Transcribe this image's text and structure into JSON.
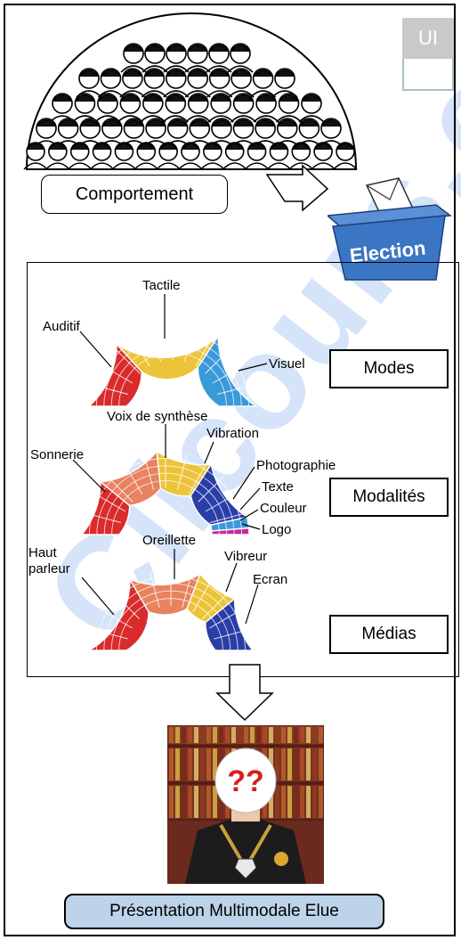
{
  "corner_badge": "UI",
  "behavior_label": "Comportement",
  "ballot_box_label": "Election",
  "levels": {
    "modes": "Modes",
    "modalites": "Modalités",
    "medias": "Médias"
  },
  "modes_items": {
    "tactile": "Tactile",
    "auditif": "Auditif",
    "visuel": "Visuel"
  },
  "modalites_items": {
    "voix": "Voix de synthèse",
    "vibration": "Vibration",
    "sonnerie": "Sonnerie",
    "photographie": "Photographie",
    "texte": "Texte",
    "couleur": "Couleur",
    "logo": "Logo"
  },
  "medias_items": {
    "haut": "Haut",
    "parleur": "parleur",
    "oreillette": "Oreillette",
    "vibreur": "Vibreur",
    "ecran": "Ecran"
  },
  "portrait_mark": "??",
  "result_label": "Présentation Multimodale Elue",
  "watermark_text": "Clicours.com",
  "colors": {
    "red": "#d92b2b",
    "yellow": "#ecc43a",
    "blue": "#3a9ad8",
    "salmon": "#e8825f",
    "navy": "#2a3ea8",
    "result_fill": "#bcd3ea",
    "watermark": "#1f6fe0"
  }
}
